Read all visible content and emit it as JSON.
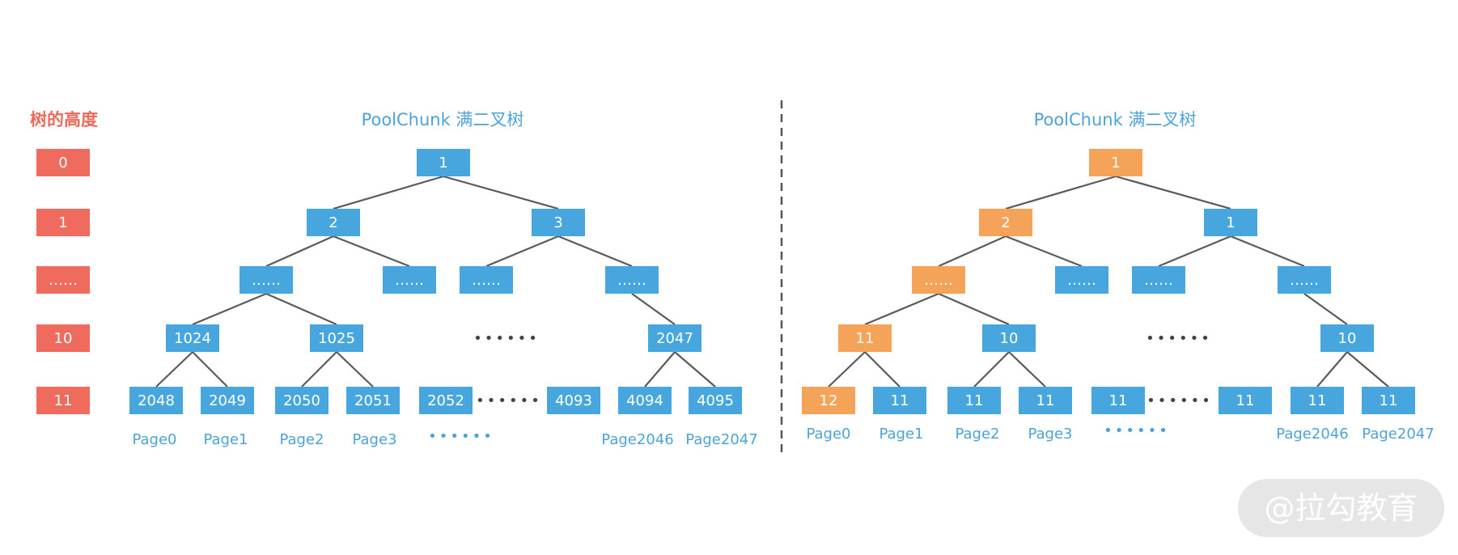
{
  "colors": {
    "blue": "#47a6dd",
    "orange": "#f6a35a",
    "red": "#ef6b5e",
    "edge": "#5a5a5a",
    "title": "#4da3d8",
    "height_title": "#ea6b5a"
  },
  "height_column": {
    "title": "树的高度",
    "levels": [
      "0",
      "1",
      "……",
      "10",
      "11"
    ]
  },
  "left_tree": {
    "title": "PoolChunk 满二叉树",
    "level0": [
      "1"
    ],
    "level1": [
      "2",
      "3"
    ],
    "level2": [
      "……",
      "……",
      "……",
      "……"
    ],
    "level3": [
      "1024",
      "1025",
      "2047"
    ],
    "level3_ellipsis": "••••••",
    "leaves": [
      "2048",
      "2049",
      "2050",
      "2051",
      "2052",
      "4093",
      "4094",
      "4095"
    ],
    "leaves_ellipsis": "••••••",
    "pages": [
      "Page0",
      "Page1",
      "Page2",
      "Page3",
      "Page2046",
      "Page2047"
    ],
    "pages_ellipsis": "••••••"
  },
  "right_tree": {
    "title": "PoolChunk 满二叉树",
    "level0": [
      "1"
    ],
    "level1": [
      "2",
      "1"
    ],
    "level2": [
      "……",
      "……",
      "……",
      "……"
    ],
    "level3": [
      "11",
      "10",
      "10"
    ],
    "level3_ellipsis": "••••••",
    "leaves": [
      "12",
      "11",
      "11",
      "11",
      "11",
      "11",
      "11",
      "11"
    ],
    "leaves_ellipsis": "••••••",
    "pages": [
      "Page0",
      "Page1",
      "Page2",
      "Page3",
      "Page2046",
      "Page2047"
    ],
    "pages_ellipsis": "••••••",
    "highlighted_path": [
      "level0.0",
      "level1.0",
      "level2.0",
      "level3.0",
      "leaves.0"
    ]
  },
  "watermark": "@拉勾教育"
}
